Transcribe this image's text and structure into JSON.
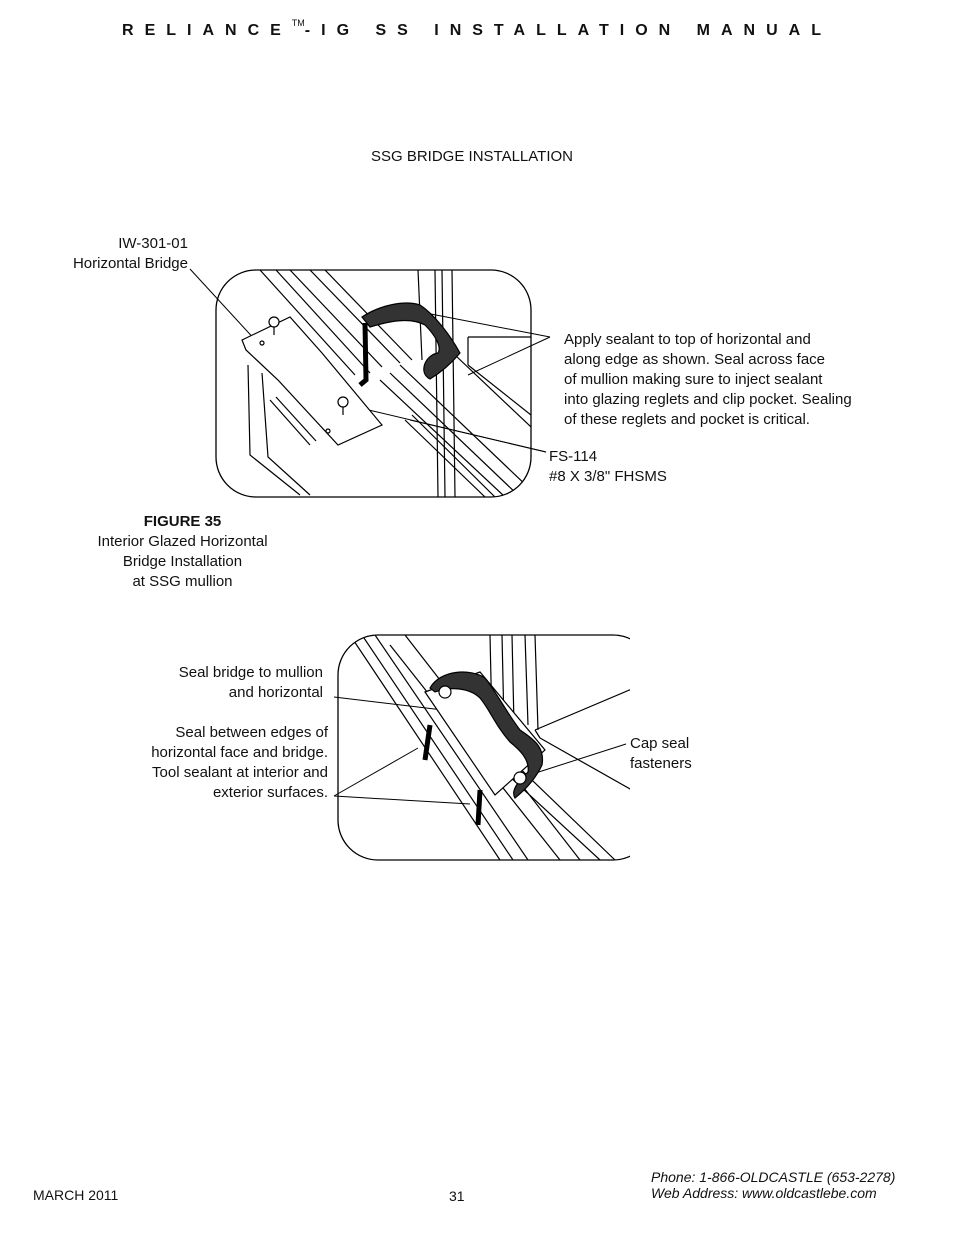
{
  "header": {
    "title_pre": "RELIANCE",
    "tm": "TM",
    "title_post": "-IG SS INSTALLATION MANUAL"
  },
  "section_title": "SSG BRIDGE INSTALLATION",
  "figure1": {
    "part_number": "IW-301-01",
    "part_name": "Horizontal Bridge",
    "sealant_note": [
      "Apply sealant to top of horizontal and",
      "along edge as shown. Seal across face",
      "of mullion making sure to inject sealant",
      "into glazing reglets and clip pocket. Sealing",
      "of these reglets and pocket is critical."
    ],
    "fastener_code": "FS-114",
    "fastener_desc": "#8 X 3/8\" FHSMS"
  },
  "caption": {
    "number": "FIGURE 35",
    "lines": [
      "Interior Glazed Horizontal",
      "Bridge Installation",
      "at SSG mullion"
    ]
  },
  "figure2": {
    "seal_bridge": [
      "Seal bridge to mullion",
      "and horizontal"
    ],
    "seal_edges": [
      "Seal between edges of",
      "horizontal face and bridge.",
      "Tool sealant at interior and",
      "exterior surfaces."
    ],
    "cap_seal": [
      "Cap seal",
      "fasteners"
    ]
  },
  "footer": {
    "date": "MARCH 2011",
    "page": "31",
    "phone": "Phone: 1-866-OLDCASTLE (653-2278)",
    "web": "Web Address: www.oldcastlebe.com"
  }
}
